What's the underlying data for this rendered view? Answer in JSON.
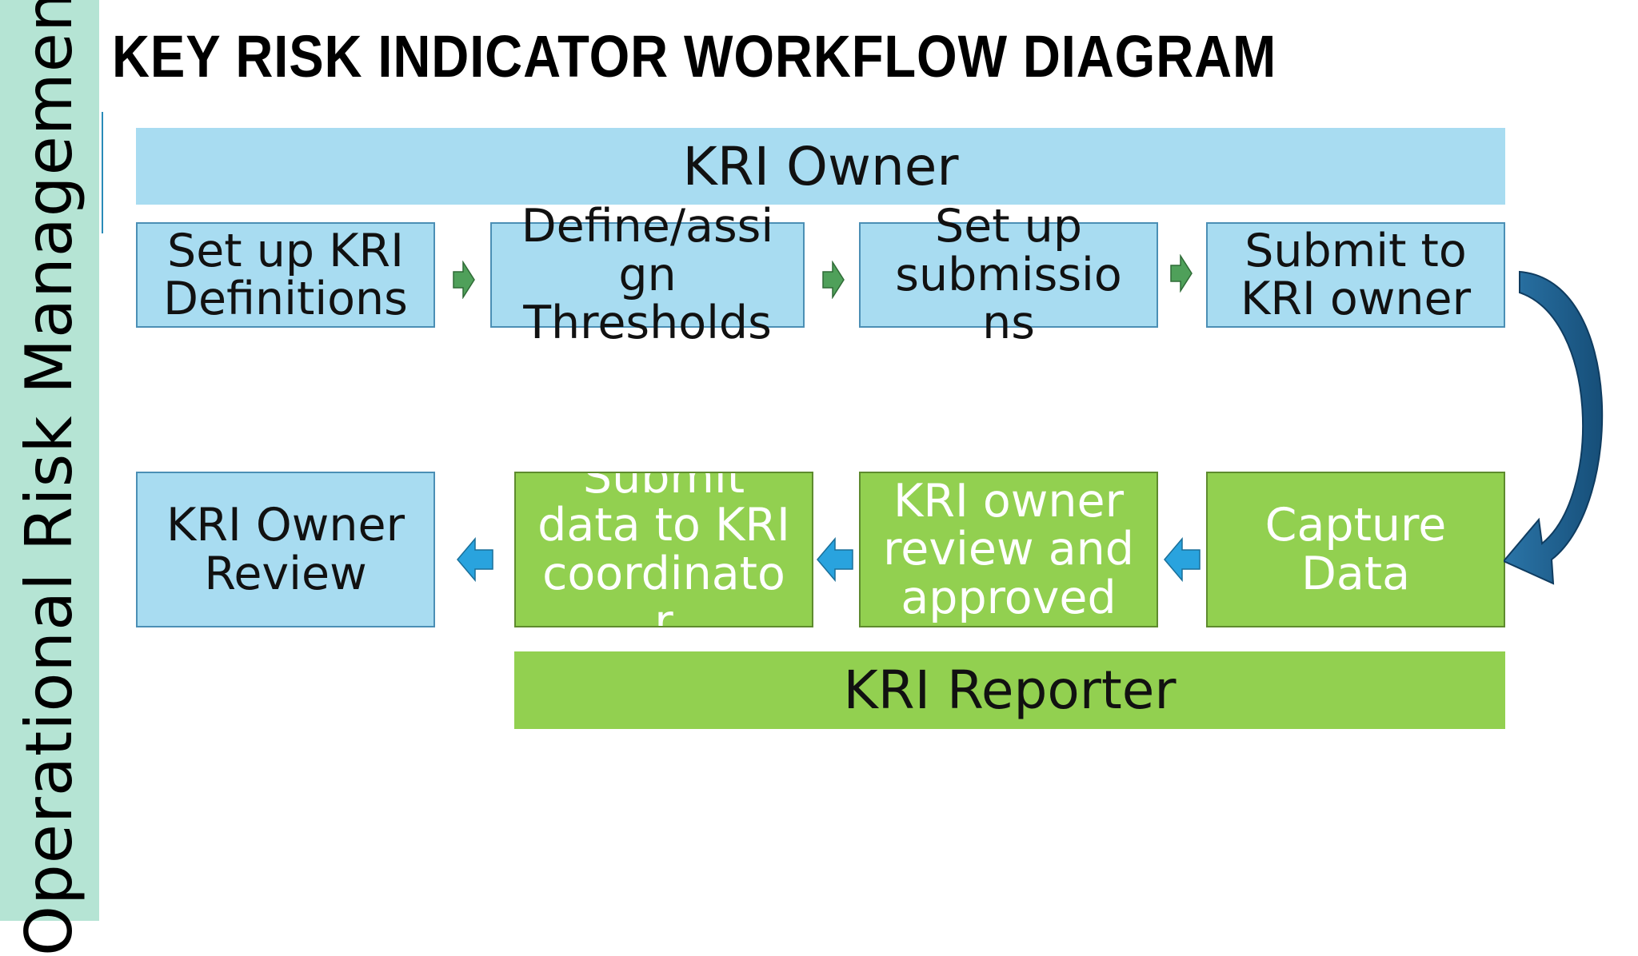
{
  "sidebar": {
    "label": "Operational Risk Management"
  },
  "title": "KEY RISK INDICATOR WORKFLOW DIAGRAM",
  "lanes": {
    "owner": "KRI Owner",
    "reporter": "KRI Reporter"
  },
  "top_row": [
    {
      "lines": [
        "Set up KRI",
        "Definitions"
      ]
    },
    {
      "lines": [
        "Define/assi",
        "gn",
        "Thresholds"
      ]
    },
    {
      "lines": [
        "Set up",
        "submissio",
        "ns"
      ]
    },
    {
      "lines": [
        "Submit to",
        "KRI owner"
      ]
    }
  ],
  "bottom_row": [
    {
      "lines": [
        "KRI Owner",
        "Review"
      ]
    },
    {
      "lines": [
        "Submit",
        "data to KRI",
        "coordinato",
        "r"
      ]
    },
    {
      "lines": [
        "KRI owner",
        "review and",
        "approved"
      ]
    },
    {
      "lines": [
        "Capture",
        "Data"
      ]
    }
  ],
  "colors": {
    "sidebar": "#b5e4d4",
    "blue_fill": "#a8dcf1",
    "green_fill": "#92d050",
    "small_arrow_green": "#4fa05a",
    "small_arrow_blue": "#29a3de",
    "curved_arrow": "#1f5f8b"
  },
  "icons": {
    "step_arrow_top": "arrow-right-icon",
    "step_arrow_bottom": "arrow-left-icon",
    "connector": "curved-arrow-icon"
  }
}
